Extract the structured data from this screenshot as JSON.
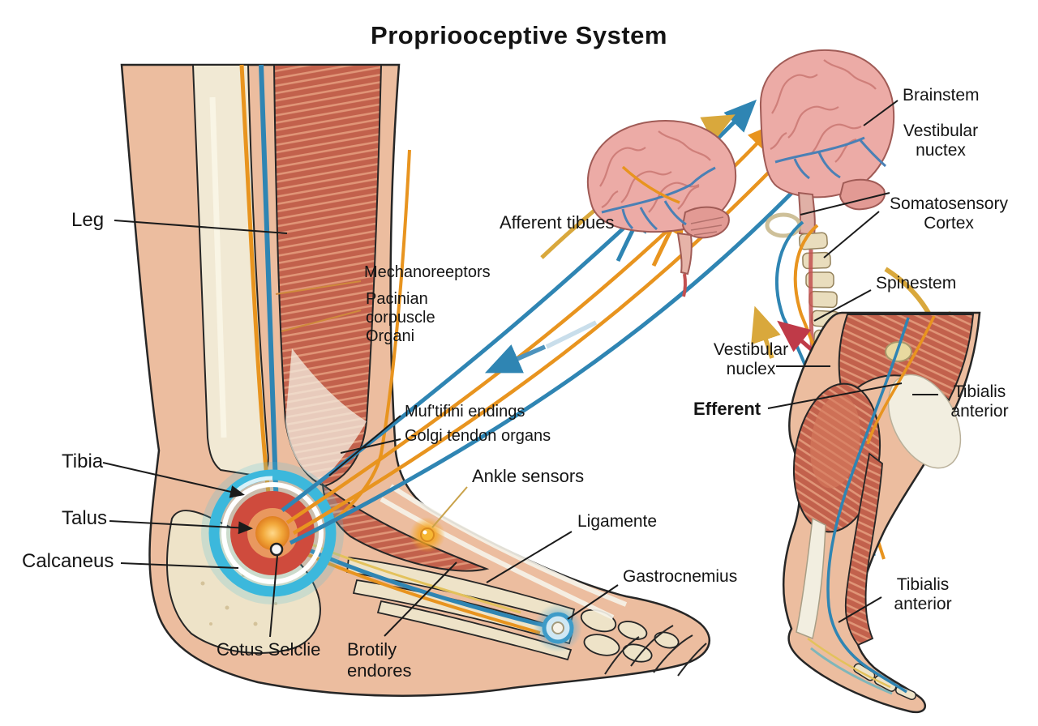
{
  "title": "Propriooceptive System",
  "colors": {
    "nerve_blue": "#2f85b3",
    "nerve_orange": "#e8941f",
    "gold": "#d9a83c",
    "artery_red": "#bf3a48",
    "brain_pink": "#ecaba6",
    "muscle_red": "#c2614c",
    "bone_cream": "#f1e9d4",
    "skin": "#ecbd9f",
    "sensor_cyan": "#3cb8dc",
    "sensor_core_orange": "#f2a93c",
    "label_text": "#151515"
  },
  "labels": {
    "leg": "Leg",
    "tibia": "Tibia",
    "talus": "Talus",
    "calcaneus": "Calcaneus",
    "cotus_selclie": "Cotus Selclie",
    "brotily_endores": "Brotily\nendores",
    "mechanoreeptors": "Mechanoreeptors",
    "pacinian": "Pacinian\ncorpuscle\nOrgani",
    "muftifini": "Muf'tifini endings",
    "golgi": "Golgi tendon organs",
    "ankle_sensors": "Ankle sensors",
    "ligamente": "Ligamente",
    "gastrocnemius": "Gastrocnemius",
    "afferent": "Afferent tibues",
    "brainstem": "Brainstem",
    "vestibular_nuctex": "Vestibular\nnuctex",
    "somatosensory": "Somatosensory\nCortex",
    "spinestem": "Spinestem",
    "vestibular_nuclex": "Vestibular\nnuclex",
    "efferent": "Efferent",
    "tibialis_anterior_upper": "Tibialis\nanterior",
    "tibialis_anterior_lower": "Tibialis\nanterior"
  }
}
